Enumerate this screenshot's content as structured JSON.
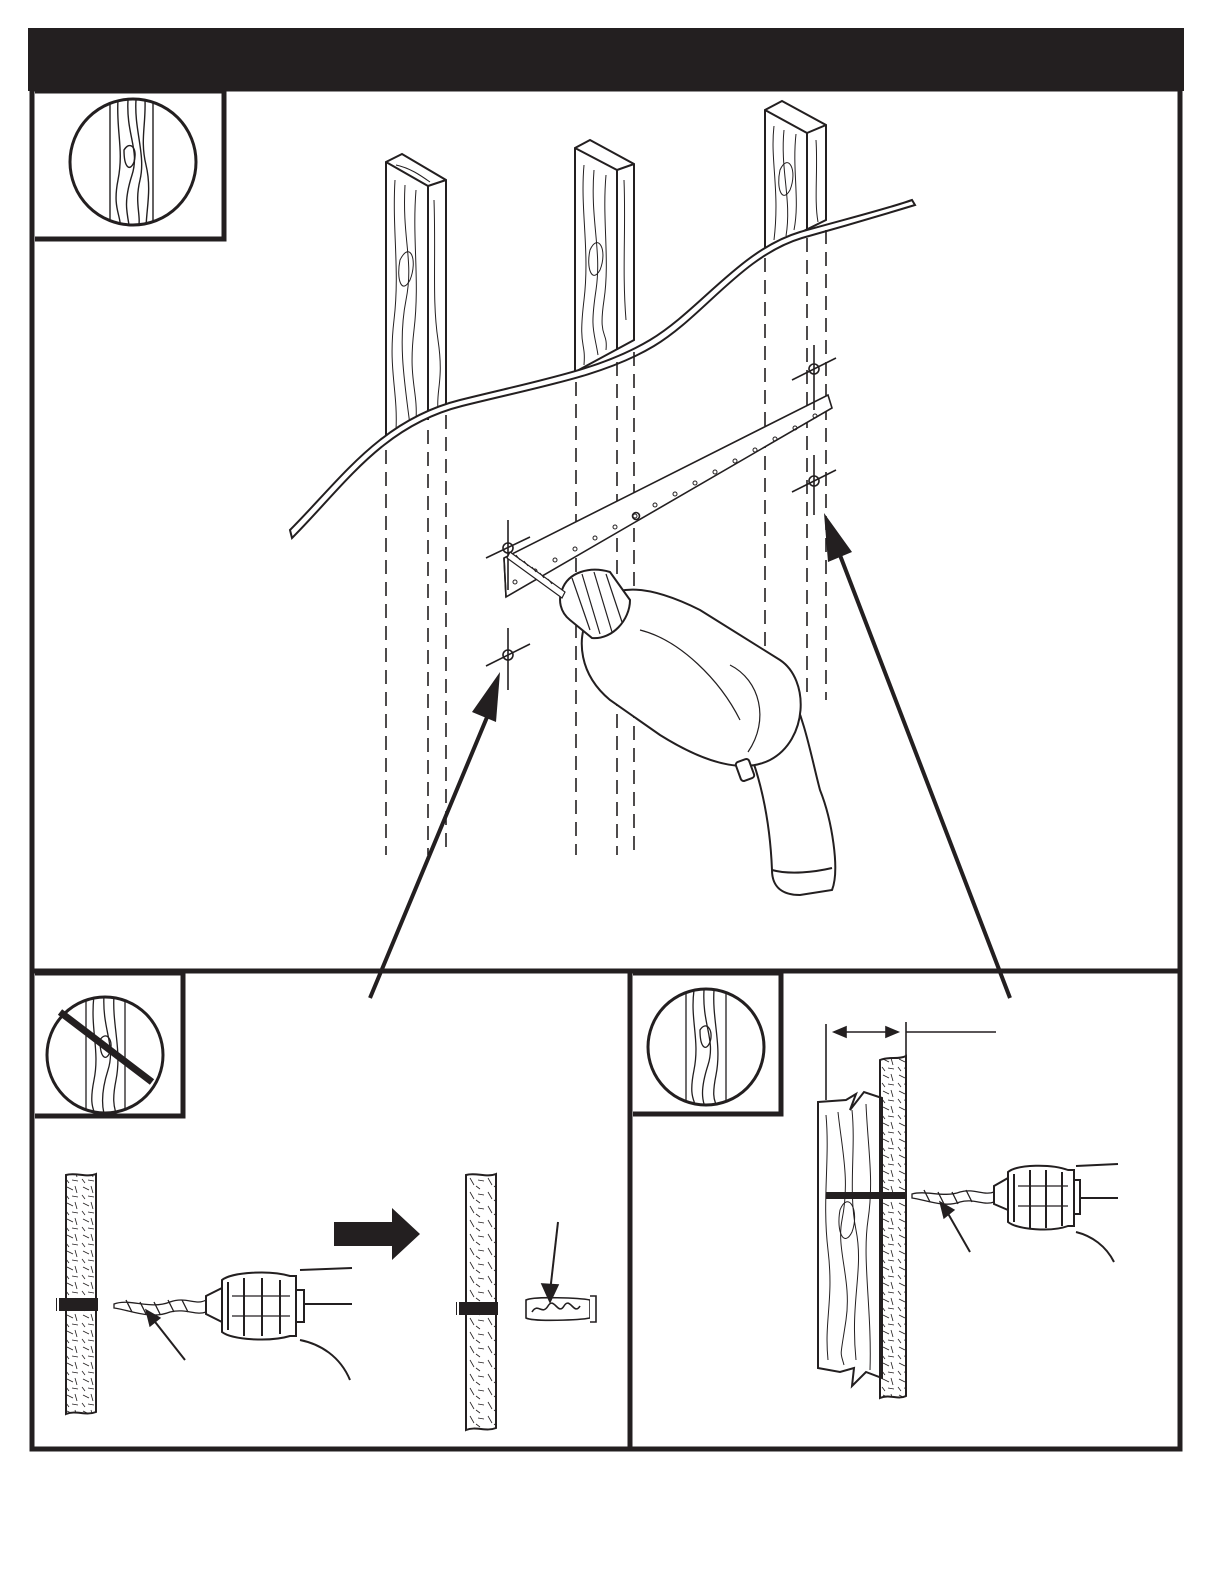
{
  "page": {
    "header_title": "",
    "ink_color": "#231f20",
    "background_color": "#ffffff"
  },
  "panels": {
    "main": {
      "name": "stud-mounting-diagram",
      "wall_icon": "wood-stud-icon"
    },
    "bottom_left": {
      "name": "no-stud-anchor-diagram",
      "wall_icon": "no-stud-icon",
      "proceed_icon": "right-arrow-icon"
    },
    "bottom_right": {
      "name": "stud-pilot-hole-diagram",
      "wall_icon": "wood-stud-icon"
    }
  }
}
